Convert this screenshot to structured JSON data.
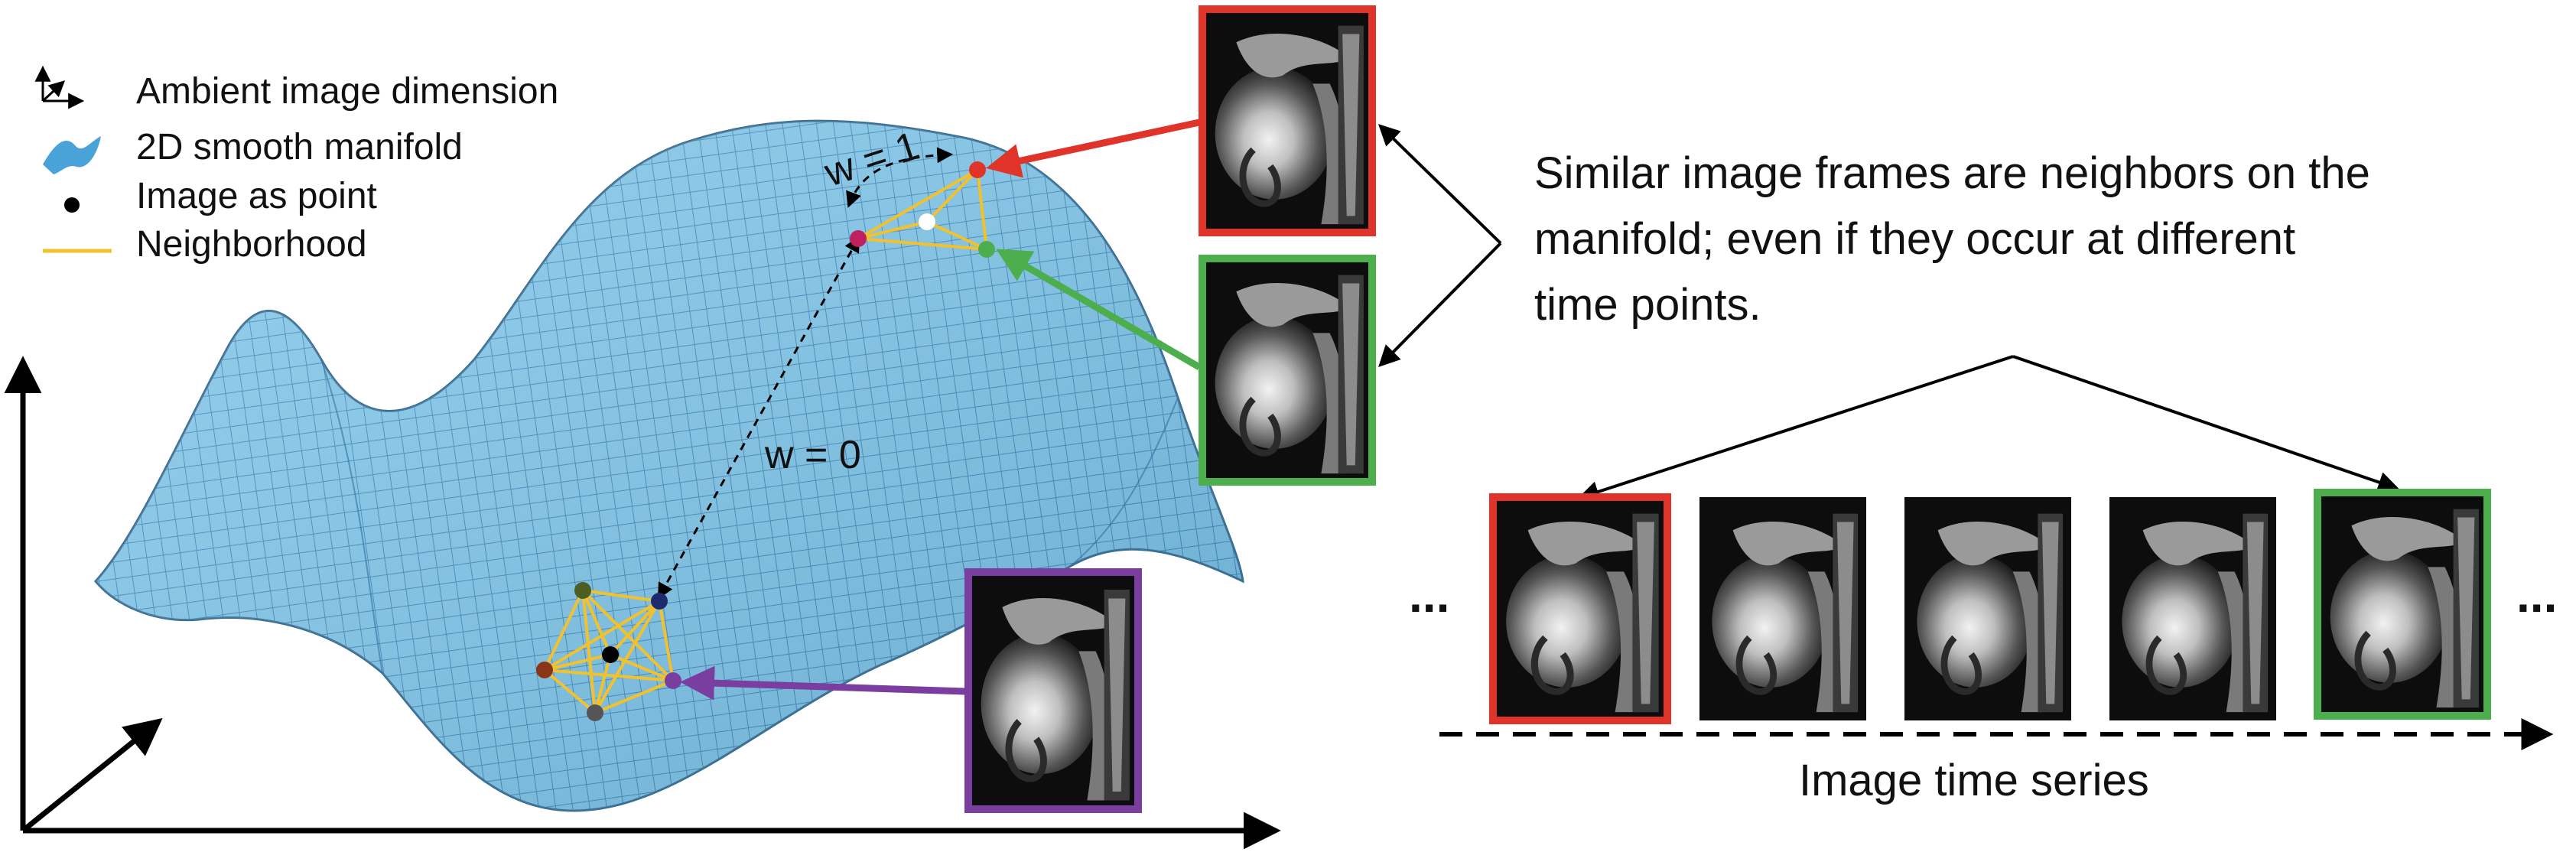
{
  "legend": {
    "items": [
      {
        "icon": "axes-icon",
        "label": "Ambient image dimension"
      },
      {
        "icon": "manifold-icon",
        "label": "2D smooth manifold"
      },
      {
        "icon": "point-icon",
        "label": "Image as point"
      },
      {
        "icon": "neighborhood-line-icon",
        "label": "Neighborhood"
      }
    ]
  },
  "manifold": {
    "edge_weight_far": "w = 0",
    "edge_weight_near": "w = 1"
  },
  "annotation": {
    "lines": [
      "Similar image frames are neighbors on the",
      "manifold;  even if they occur at different",
      "time points."
    ]
  },
  "time_series": {
    "label": "Image time series",
    "ellipsis_left": "...",
    "ellipsis_right": "...",
    "frame_count": 5
  },
  "colors": {
    "manifold_fill": "#7ec7ea",
    "manifold_grid": "#3d86b8",
    "neighborhood": "#f2c12e",
    "frame_red": "#e0332a",
    "frame_green": "#4cae4c",
    "frame_purple": "#7a3ea0",
    "point_far_magenta": "#c0205f",
    "point_navy": "#1f2a6e",
    "point_olive": "#4d5e22",
    "point_rust": "#8a3418",
    "point_gray": "#555555",
    "point_black": "#000000"
  }
}
